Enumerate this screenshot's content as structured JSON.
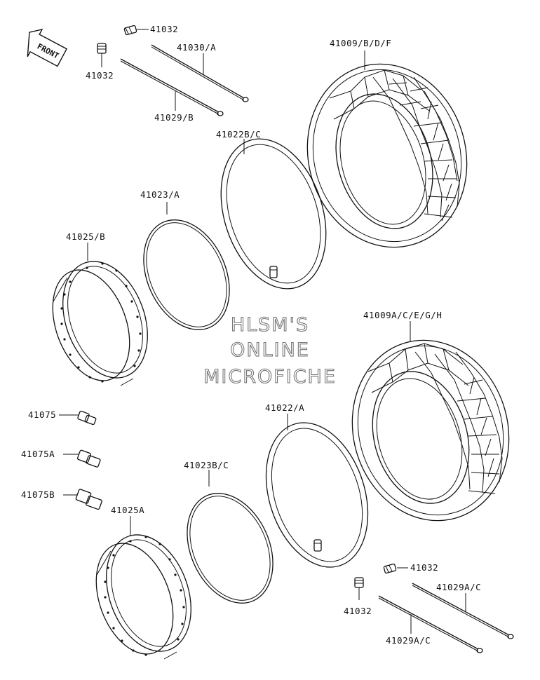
{
  "front_badge": "FRONT",
  "watermark": [
    "HLSM'S",
    "ONLINE",
    "MICROFICHE"
  ],
  "labels": {
    "l41032_a": "41032",
    "l41032_b": "41032",
    "l41030A": "41030/A",
    "l41029B": "41029/B",
    "l41009BDF": "41009/B/D/F",
    "l41022BC": "41022B/C",
    "l41023A": "41023/A",
    "l41025B": "41025/B",
    "l41009ACEGH": "41009A/C/E/G/H",
    "l41022A": "41022/A",
    "l41075": "41075",
    "l41075A": "41075A",
    "l41075B": "41075B",
    "l41023BC": "41023B/C",
    "l41025A": "41025A",
    "l41032_c": "41032",
    "l41032_d": "41032",
    "l41029AC_a": "41029A/C",
    "l41029AC_b": "41029A/C"
  }
}
